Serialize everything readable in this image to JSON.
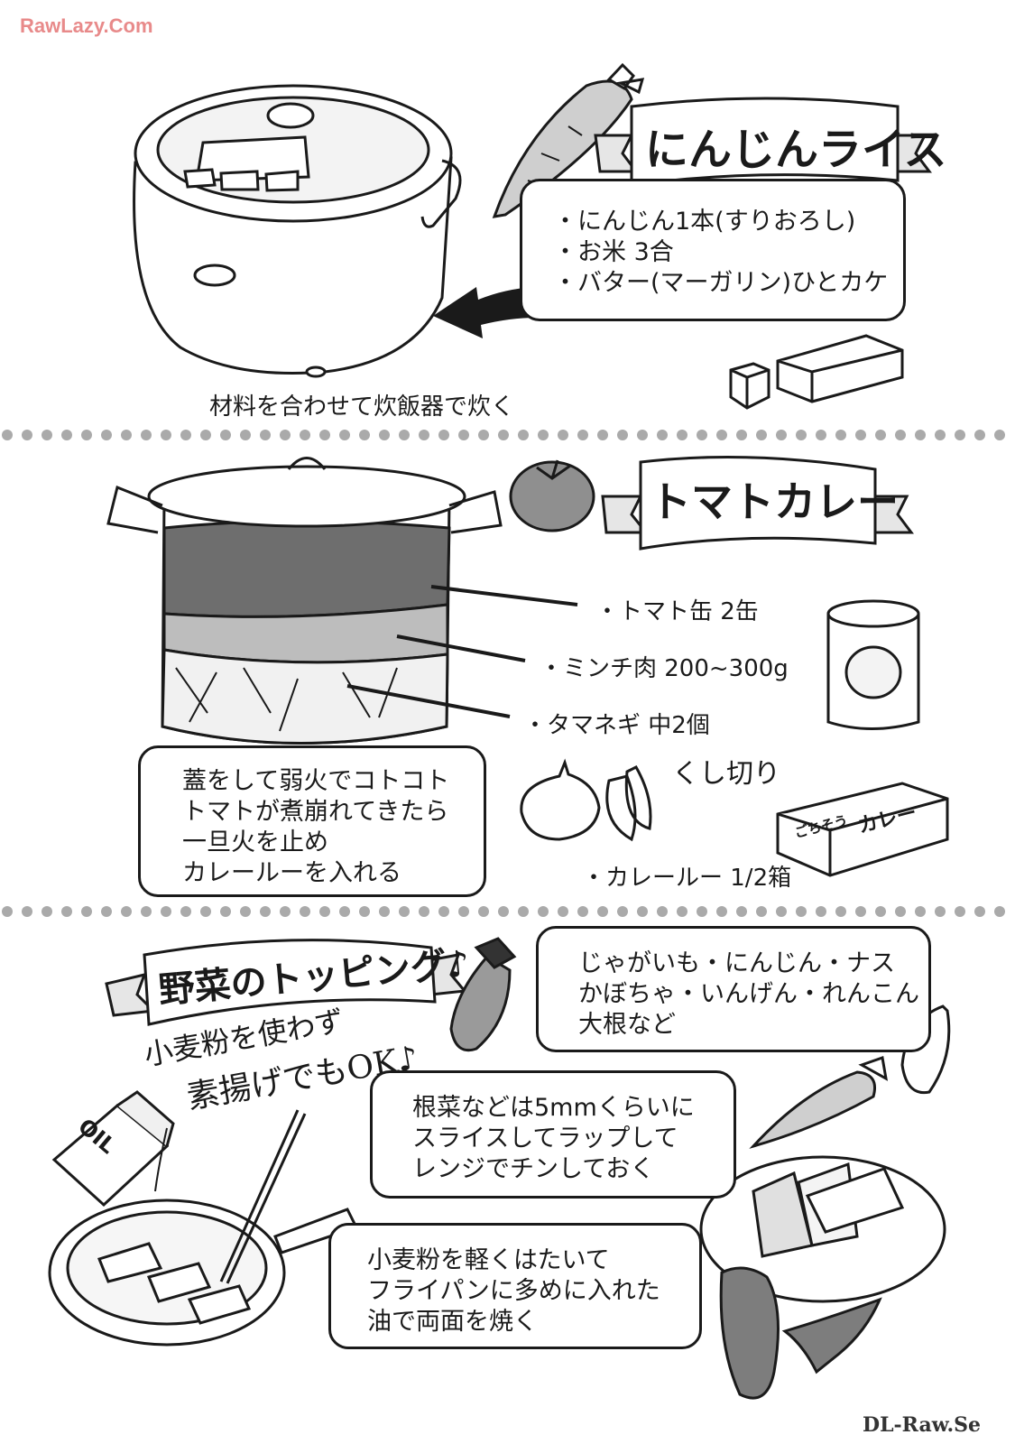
{
  "watermarks": {
    "top": "RawLazy.Com",
    "bottom": "DL-Raw.Se"
  },
  "carrot_rice": {
    "title": "にんじんライス",
    "ingredients": [
      "・にんじん1本(すりおろし)",
      "・お米 3合",
      "・バター(マーガリン)ひとカケ"
    ],
    "instruction": "材料を合わせて炊飯器で炊く"
  },
  "tomato_curry": {
    "title": "トマトカレー",
    "layers": [
      "・トマト缶 2缶",
      "・ミンチ肉 200~300g",
      "・タマネギ 中2個"
    ],
    "steps": [
      "蓋をして弱火でコトコト",
      "トマトが煮崩れてきたら",
      "一旦火を止め",
      "カレールーを入れる"
    ],
    "onion_note": "くし切り",
    "roux_box_label_top": "ごちそう",
    "roux_box_label_main": "カレー",
    "roux": "・カレールー 1/2箱"
  },
  "veg_topping": {
    "title": "野菜のトッピング♪",
    "vegetables": [
      "じゃがいも・にんじん・ナス",
      "かぼちゃ・いんげん・れんこん",
      "大根など"
    ],
    "tip_lines": [
      "小麦粉を使わず",
      "素揚げでもOK♪"
    ],
    "prep": [
      "根菜などは5mmくらいに",
      "スライスしてラップして",
      "レンジでチンしておく"
    ],
    "fry": [
      "小麦粉を軽くはたいて",
      "フライパンに多めに入れた",
      "油で両面を焼く"
    ],
    "oil_label": "OIL"
  }
}
